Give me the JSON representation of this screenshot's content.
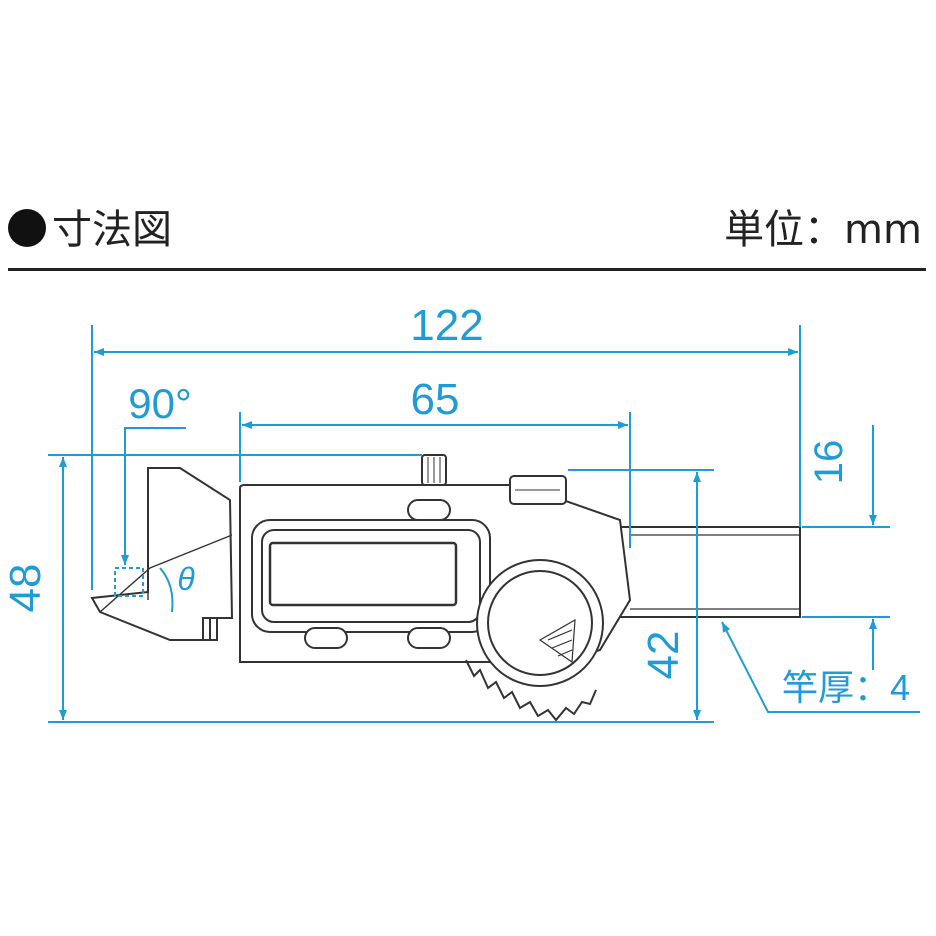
{
  "header": {
    "title": "寸法図",
    "unit": "単位：mm"
  },
  "dimensions": {
    "overall_length": "122",
    "body_width": "65",
    "overall_height": "48",
    "body_height": "42",
    "beam_width": "16",
    "angle": "90°",
    "theta": "θ",
    "beam_thickness": "竿厚：4"
  },
  "colors": {
    "dimension": "#1f9bd6",
    "outline": "#333333"
  }
}
